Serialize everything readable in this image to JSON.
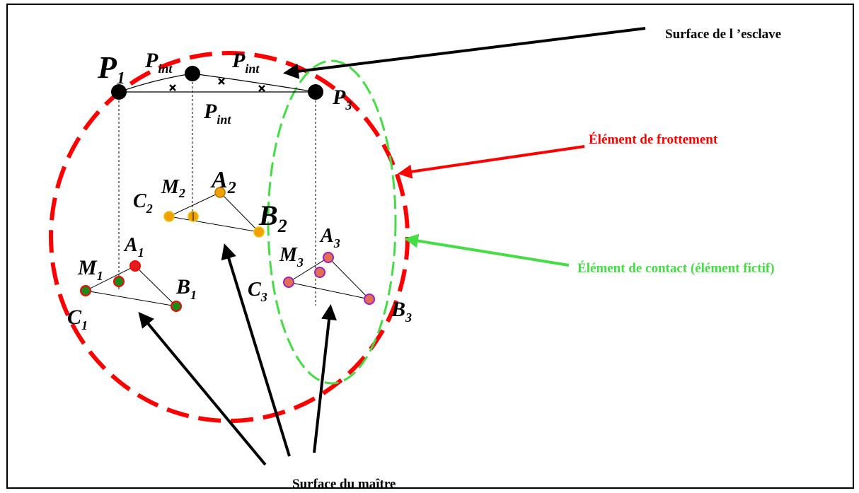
{
  "labels": {
    "slave_surface": "Surface de l ’esclave",
    "friction_element": "Élément de frottement",
    "contact_element": "Élément de contact (élément fictif)",
    "master_surface": "Surface du maître"
  },
  "points": {
    "P1": {
      "base": "P",
      "sub": "1"
    },
    "P3": {
      "base": "P",
      "sub": "3"
    },
    "Pint_a": {
      "base": "P",
      "sub": "int"
    },
    "Pint_b": {
      "base": "P",
      "sub": "int"
    },
    "Pint_c": {
      "base": "P",
      "sub": "int"
    },
    "A1": {
      "base": "A",
      "sub": "1"
    },
    "B1": {
      "base": "B",
      "sub": "1"
    },
    "C1": {
      "base": "C",
      "sub": "1"
    },
    "M1": {
      "base": "M",
      "sub": "1"
    },
    "A2": {
      "base": "A",
      "sub": "2"
    },
    "B2": {
      "base": "B",
      "sub": "2"
    },
    "C2": {
      "base": "C",
      "sub": "2"
    },
    "M2": {
      "base": "M",
      "sub": "2"
    },
    "A3": {
      "base": "A",
      "sub": "3"
    },
    "B3": {
      "base": "B",
      "sub": "3"
    },
    "C3": {
      "base": "C",
      "sub": "3"
    },
    "M3": {
      "base": "M",
      "sub": "3"
    }
  },
  "colors": {
    "friction": "#ff0000",
    "contact": "#44dd44",
    "node_surface2": "#f0a000",
    "node_surface1_fill": "#1a8a1a",
    "node_surface3_fill": "#e07050",
    "node_surface3_ring": "#a020c0",
    "black": "#000000"
  }
}
